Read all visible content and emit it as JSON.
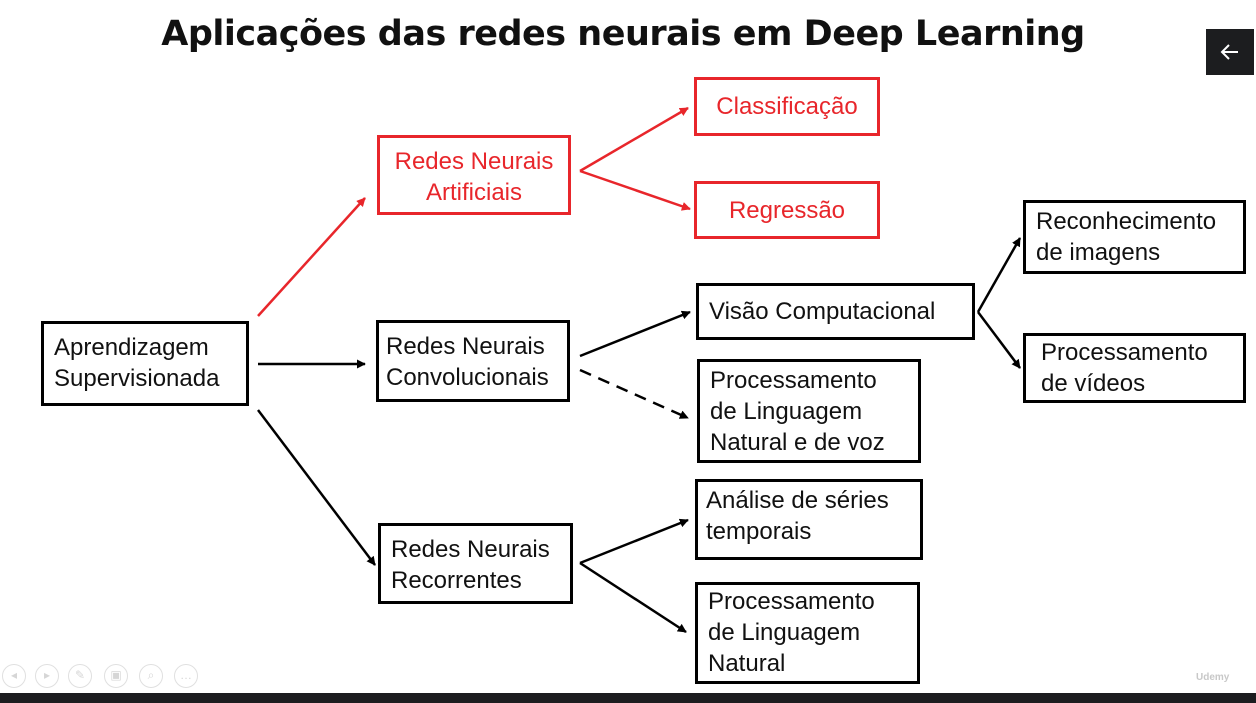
{
  "title": "Aplicações das redes neurais em Deep Learning",
  "colors": {
    "highlight": "#e8262b",
    "default": "#000000"
  },
  "nodes": {
    "aprendizagem": [
      "Aprendizagem",
      "Supervisionada"
    ],
    "rna": [
      "Redes Neurais",
      "Artificiais"
    ],
    "cnn": [
      "Redes Neurais",
      "Convolucionais"
    ],
    "rnn": [
      "Redes Neurais",
      "Recorrentes"
    ],
    "classificacao": [
      "Classificação"
    ],
    "regressao": [
      "Regressão"
    ],
    "visao": [
      "Visão Computacional"
    ],
    "pln_voz": [
      "Processamento",
      "de Linguagem",
      "Natural e de voz"
    ],
    "reconhecimento": [
      "Reconhecimento",
      "de imagens"
    ],
    "proc_videos": [
      "Processamento",
      "de vídeos"
    ],
    "series": [
      "Análise de séries",
      "temporais"
    ],
    "pln": [
      "Processamento",
      "de Linguagem",
      "Natural"
    ]
  },
  "controls": {
    "back_icon": "arrow-left-icon"
  },
  "watermark": "Udemy"
}
